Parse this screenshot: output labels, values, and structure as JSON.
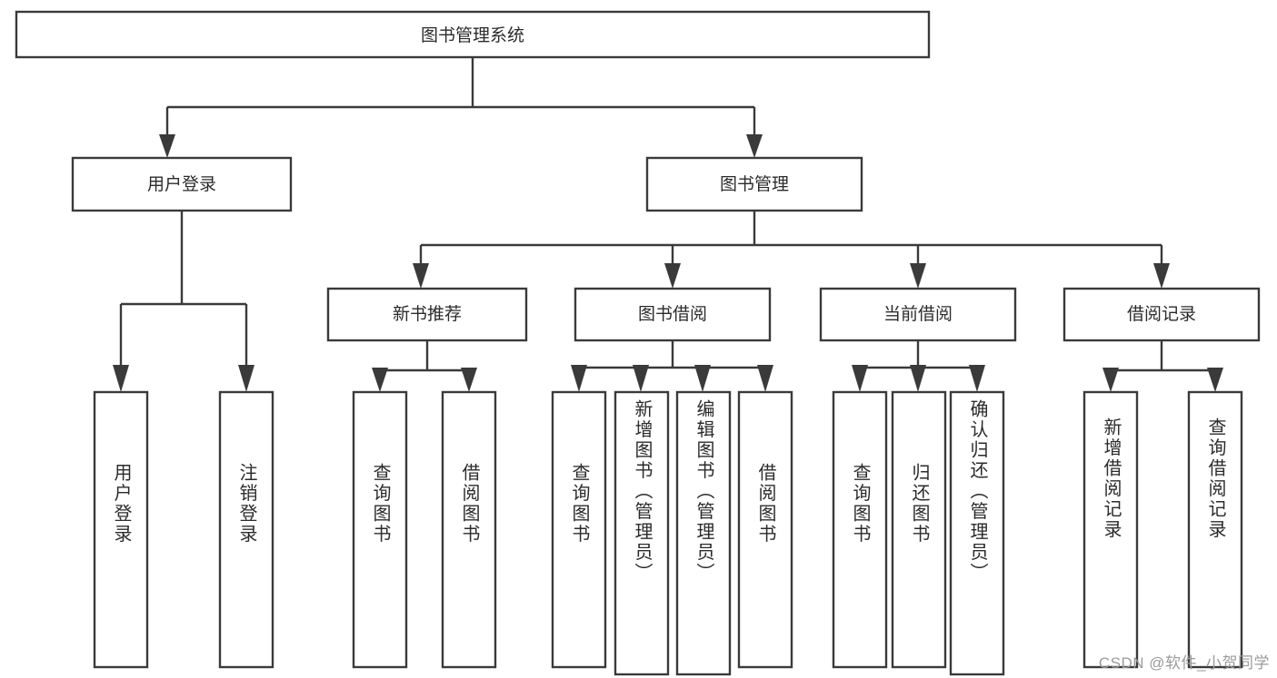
{
  "diagram": {
    "type": "tree-hierarchy",
    "title": "图书管理系统",
    "watermark": "CSDN @软件_小贺同学",
    "colors": {
      "stroke": "#3a3a3a",
      "fill": "#ffffff",
      "text": "#2b2b2b",
      "watermark": "#9b9b9b",
      "background": "#ffffff"
    },
    "root": {
      "label": "图书管理系统"
    },
    "level2": [
      {
        "label": "用户登录"
      },
      {
        "label": "图书管理"
      }
    ],
    "level3": [
      {
        "label": "新书推荐"
      },
      {
        "label": "图书借阅"
      },
      {
        "label": "当前借阅"
      },
      {
        "label": "借阅记录"
      }
    ],
    "leaves": {
      "user_login": [
        {
          "label": "用户登录"
        },
        {
          "label": "注销登录"
        }
      ],
      "new_book_recommend": [
        {
          "label": "查询图书"
        },
        {
          "label": "借阅图书"
        }
      ],
      "book_borrow": [
        {
          "label": "查询图书"
        },
        {
          "label": "新增图书（管理员）"
        },
        {
          "label": "编辑图书（管理员）"
        },
        {
          "label": "借阅图书"
        }
      ],
      "current_borrow": [
        {
          "label": "查询图书"
        },
        {
          "label": "归还图书"
        },
        {
          "label": "确认归还（管理员）"
        }
      ],
      "borrow_record": [
        {
          "label": "新增借阅记录"
        },
        {
          "label": "查询借阅记录"
        }
      ]
    }
  }
}
